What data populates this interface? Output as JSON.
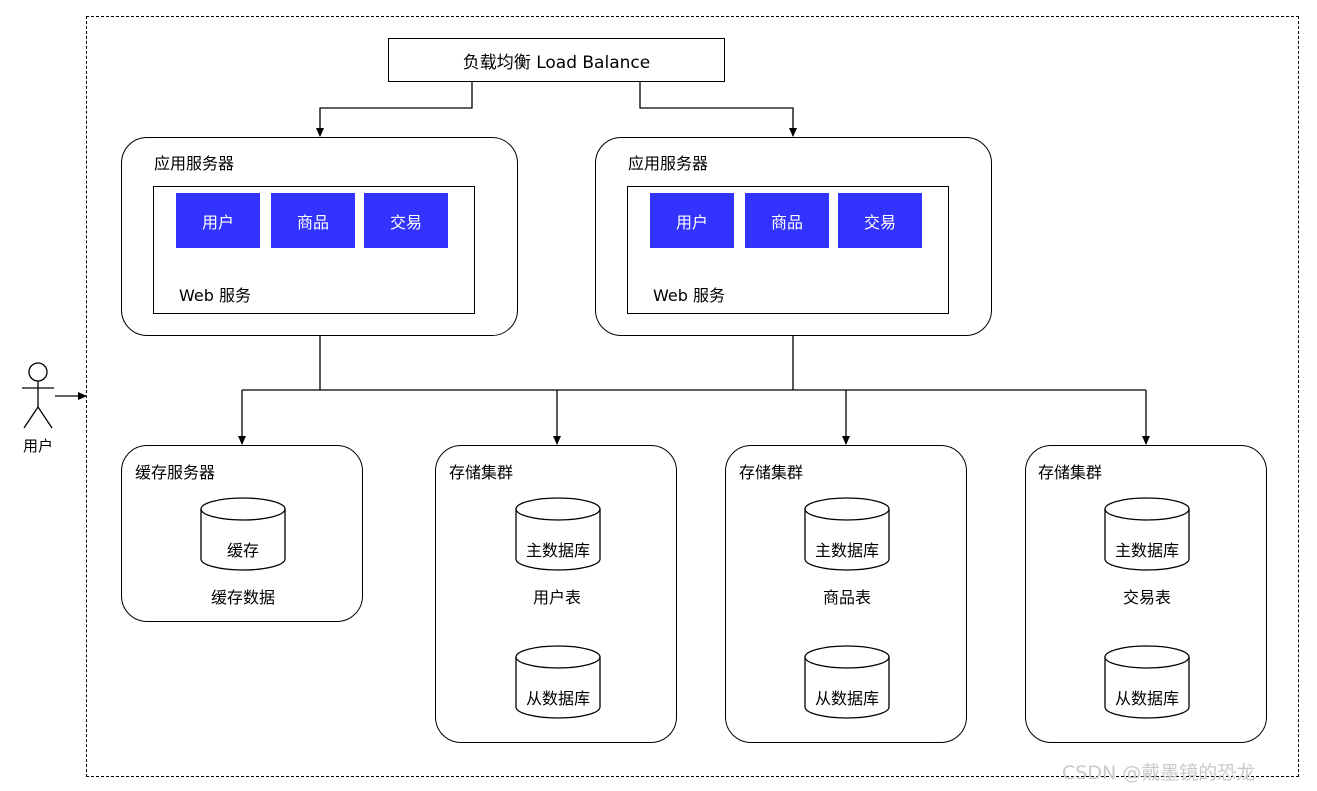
{
  "load_balancer": {
    "label": "负载均衡 Load Balance"
  },
  "app_servers": [
    {
      "title": "应用服务器",
      "modules": [
        "用户",
        "商品",
        "交易"
      ],
      "web_label": "Web 服务"
    },
    {
      "title": "应用服务器",
      "modules": [
        "用户",
        "商品",
        "交易"
      ],
      "web_label": "Web 服务"
    }
  ],
  "cache_server": {
    "title": "缓存服务器",
    "cylinder_label": "缓存",
    "data_label": "缓存数据"
  },
  "storage_clusters": [
    {
      "title": "存储集群",
      "master_label": "主数据库",
      "table_label": "用户表",
      "slave_label": "从数据库"
    },
    {
      "title": "存储集群",
      "master_label": "主数据库",
      "table_label": "商品表",
      "slave_label": "从数据库"
    },
    {
      "title": "存储集群",
      "master_label": "主数据库",
      "table_label": "交易表",
      "slave_label": "从数据库"
    }
  ],
  "user": {
    "label": "用户"
  },
  "watermark": "CSDN @戴墨镜的恐龙"
}
